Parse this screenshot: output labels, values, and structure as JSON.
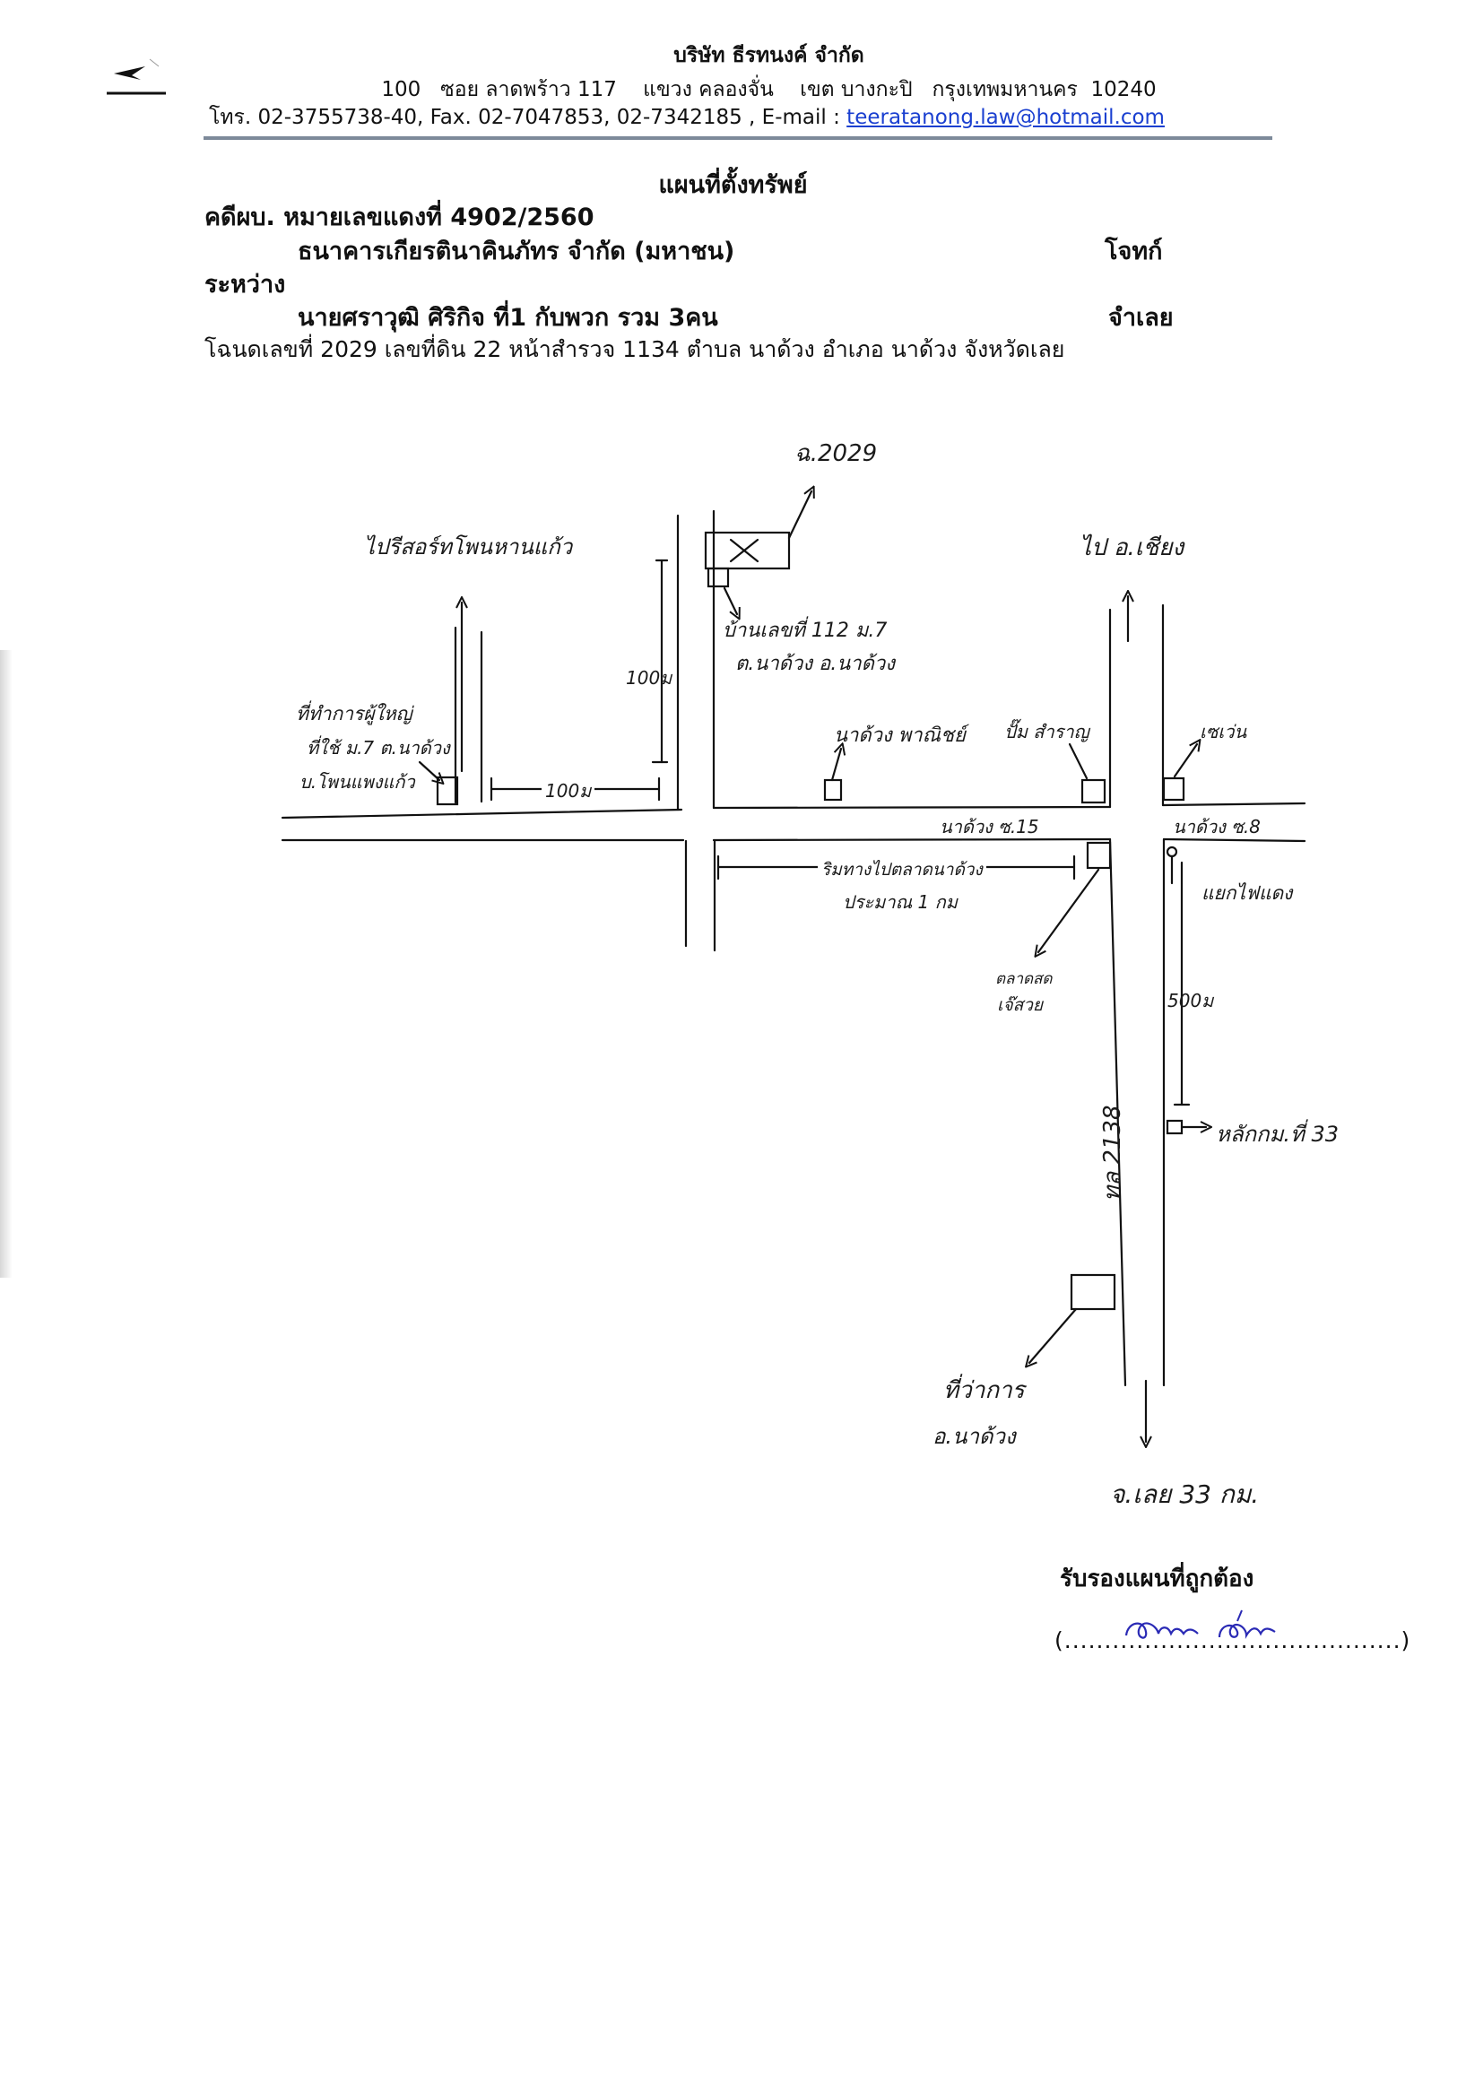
{
  "header": {
    "company_name": "บริษัท  ธีรทนงค์ จำกัด",
    "address": "100   ซอย ลาดพร้าว 117    แขวง คลองจั่น    เขต บางกะปิ   กรุงเทพมหานคร  10240",
    "contact_prefix": "โทร. 02-3755738-40, Fax.  02-7047853, 02-7342185 , E-mail : ",
    "email": "teeratanong.law@hotmail.com"
  },
  "case": {
    "title": "แผนที่ตั้งทรัพย์",
    "case_number": "คดีผบ. หมายเลขแดงที่ 4902/2560",
    "plaintiff": "ธนาคารเกียรตินาคินภัทร จำกัด (มหาชน)",
    "plaintiff_role": "โจทก์",
    "between": "ระหว่าง",
    "defendant": "นายศราวุฒิ ศิริกิจ ที่1 กับพวก รวม 3คน",
    "defendant_role": "จำเลย",
    "deed": "โฉนดเลขที่ 2029 เลขที่ดิน 22 หน้าสำรวจ 1134 ตำบล นาด้วง อำเภอ นาด้วง จังหวัดเลย"
  },
  "map": {
    "labels": {
      "deed_ref": "ฉ.2029",
      "top_left_dest": "ไปรีสอร์ทโพนหานแก้ว",
      "top_right_dest": "ไป อ.เชียง",
      "house_ref": "บ้านเลขที่ 112 ม.7",
      "house_ref_2": "ต.นาด้วง อ.นาด้วง",
      "dist_100m_vertical": "100ม",
      "dist_100m_horizontal": "100ม",
      "community_center_1": "ที่ทำการผู้ใหญ่",
      "community_center_2": "ที่ใช้ ม.7 ต.นาด้วง",
      "community_center_3": "บ.โพนแพงแก้ว",
      "shop": "นาด้วง พาณิชย์",
      "gas_station": "ปั๊ม สำราญ",
      "phone_shop": "เซเว่น",
      "road_left": "นาด้วง ซ.15",
      "road_right": "นาด้วง ซ.8",
      "road_stretch_1": "ริมทางไปตลาดนาด้วง",
      "road_stretch_2": "ประมาณ 1 กม",
      "traffic_light": "แยกไฟแดง",
      "market_1": "ตลาดสด",
      "market_2": "เจ๊สวย",
      "dist_500m": "500ม",
      "km_marker": "หลักกม.ที่ 33",
      "highway": "ทล 2138",
      "district_office_1": "ที่ว่าการ",
      "district_office_2": "อ.นาด้วง",
      "bottom_dest": "จ.เลย 33 กม."
    }
  },
  "certification": {
    "label": "รับรองแผนที่ถูกต้อง",
    "signature_line": "(..........................................)"
  }
}
